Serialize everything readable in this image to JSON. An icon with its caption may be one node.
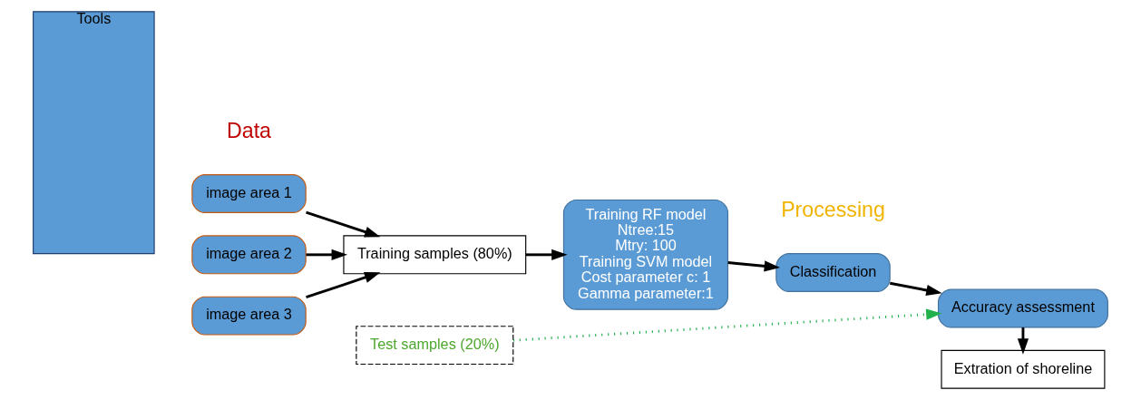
{
  "diagram": {
    "nodes": [
      {
        "text": [
          "Tools"
        ]
      },
      {
        "text": [
          "image area 1"
        ]
      },
      {
        "text": [
          "image area 2"
        ]
      },
      {
        "text": [
          "image area 3"
        ]
      },
      {
        "text": [
          "Training samples (80%)"
        ]
      },
      {
        "text": [
          "Test samples (20%)"
        ]
      },
      {
        "text": [
          "Training RF model",
          "Ntree:15",
          "Mtry: 100",
          "Training SVM model",
          "Cost parameter c: 1",
          "Gamma parameter:1"
        ]
      },
      {
        "text": [
          "Classification"
        ]
      },
      {
        "text": [
          "Accuracy assessment"
        ]
      },
      {
        "text": [
          "Extration of shoreline"
        ]
      }
    ],
    "edges": [
      {
        "from": 1,
        "to": 4,
        "arrow": "to"
      },
      {
        "from": 2,
        "to": 4,
        "arrow": "to"
      },
      {
        "from": 3,
        "to": 4,
        "arrow": "to"
      },
      {
        "from": 4,
        "to": 6,
        "arrow": "to"
      },
      {
        "from": 5,
        "to": 8,
        "arrow": "to",
        "style": "dashed",
        "color": "#22b14c"
      },
      {
        "from": 6,
        "to": 7,
        "arrow": "to"
      },
      {
        "from": 7,
        "to": 8,
        "arrow": "to"
      },
      {
        "from": 8,
        "to": 9,
        "arrow": "to"
      }
    ],
    "labels": [
      "Data",
      "Processing"
    ]
  }
}
